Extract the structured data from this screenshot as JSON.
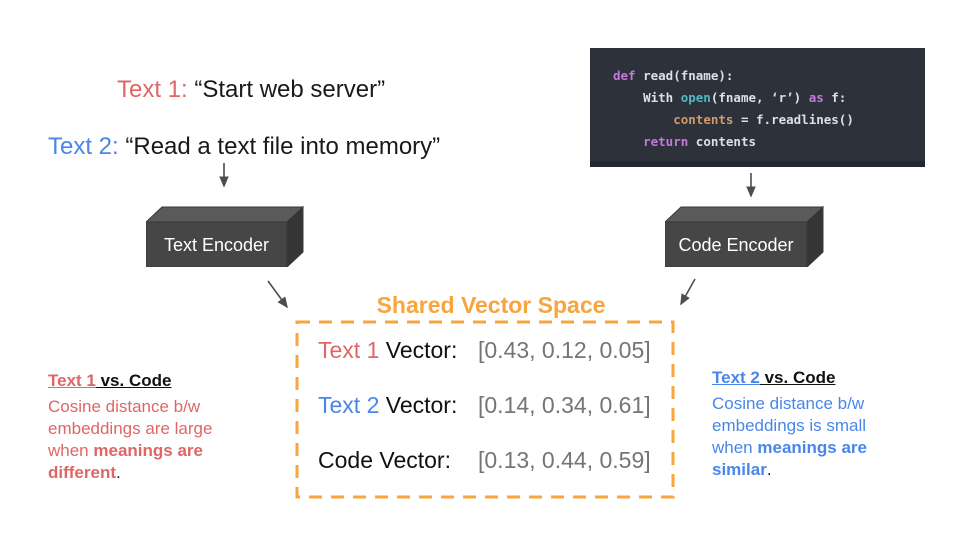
{
  "texts": {
    "text1_label": "Text 1:",
    "text1_value": "“Start web server”",
    "text2_label": "Text 2:",
    "text2_value": "“Read a text file into memory”"
  },
  "code_block": {
    "bg": "#2c313a",
    "lines": [
      {
        "segments": [
          {
            "style": "kw",
            "t": "def"
          },
          {
            "style": "plain",
            "t": " read(fname):"
          }
        ]
      },
      {
        "segments": [
          {
            "style": "plain",
            "t": "    With "
          },
          {
            "style": "fn",
            "t": "open"
          },
          {
            "style": "plain",
            "t": "(fname, ‘r’) "
          },
          {
            "style": "kw",
            "t": "as"
          },
          {
            "style": "plain",
            "t": " f:"
          }
        ]
      },
      {
        "segments": [
          {
            "style": "plain",
            "t": "        "
          },
          {
            "style": "var",
            "t": "contents"
          },
          {
            "style": "plain",
            "t": " = f.readlines()"
          }
        ]
      },
      {
        "segments": [
          {
            "style": "plain",
            "t": "    "
          },
          {
            "style": "kw",
            "t": "return"
          },
          {
            "style": "plain",
            "t": " contents"
          }
        ]
      }
    ]
  },
  "encoders": {
    "text_label": "Text Encoder",
    "code_label": "Code Encoder"
  },
  "vector_space": {
    "title": "Shared Vector Space",
    "rows": [
      {
        "label_colored": "Text 1",
        "label_rest": " Vector:",
        "values": "[0.43, 0.12, 0.05]"
      },
      {
        "label_colored": "Text 2",
        "label_rest": " Vector:",
        "values": "[0.14, 0.34, 0.61]"
      },
      {
        "label_colored": "Code",
        "label_rest": " Vector:",
        "values": "[0.13, 0.44, 0.59]"
      }
    ]
  },
  "left_note": {
    "heading_colored": "Text 1",
    "heading_rest": " vs. Code",
    "line1": "Cosine distance b/w",
    "line2": "embeddings are large",
    "line3_plain": "when ",
    "line3_bold": "meanings are",
    "line4_bold": "different",
    "line4_plain": "."
  },
  "right_note": {
    "heading_colored": "Text 2",
    "heading_rest": " vs. Code",
    "line1": "Cosine distance b/w",
    "line2": "embeddings is small",
    "line3_plain": "when ",
    "line3_bold": "meanings are",
    "line4_bold": "similar",
    "line4_plain": "."
  },
  "colors": {
    "text1_red": "#e06666",
    "text2_blue": "#4a86e8",
    "orange_accent": "#f9a43d",
    "vector_values_gray": "#757575",
    "code_keyword": "#c678dd",
    "code_function": "#56b6c2",
    "code_variable": "#d19a66",
    "code_plain": "#dce0e5",
    "code_background": "#2c313a",
    "encoder_front": "#464646",
    "encoder_top": "#5a5a5a",
    "encoder_side": "#353535",
    "arrow_gray": "#4d4d4d"
  }
}
